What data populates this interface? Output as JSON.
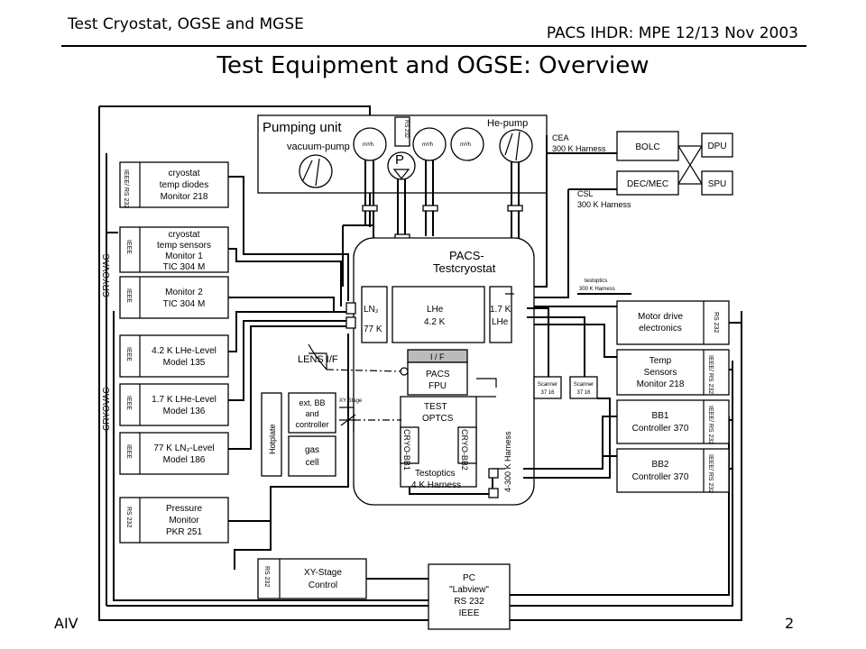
{
  "header": {
    "left": "Test Cryostat, OGSE and MGSE",
    "right": "PACS IHDR: MPE 12/13 Nov 2003",
    "title": "Test Equipment and OGSE: Overview"
  },
  "footer": {
    "left": "AIV",
    "page": "2"
  },
  "pumping": {
    "title": "Pumping unit",
    "vacuum": "vacuum-pump",
    "he": "He-pump",
    "rs": "RS 232",
    "mh": "m³/h",
    "p": "P"
  },
  "cryostat": {
    "title1": "PACS-",
    "title2": "Testcryostat",
    "ln2a": "LN₂",
    "ln2b": "77 K",
    "lhe_a": "LHe",
    "lhe_b": "4.2 K",
    "k17a": "1.7 K",
    "k17b": "LHe",
    "if": "I / F",
    "fpu_a": "PACS",
    "fpu_b": "FPU",
    "test_a": "TEST",
    "test_b": "OPTCS",
    "bb1": "CRYO-BB1",
    "bb2": "CRYO-BB2",
    "harness": "4-300 K Harness",
    "testoptics_a": "Testoptics",
    "testoptics_b": "4 K Harness"
  },
  "left_instruments": [
    {
      "iface": "IEEE/ RS 232",
      "l1": "cryostat",
      "l2": "temp diodes",
      "l3": "Monitor 218"
    },
    {
      "iface": "IEEE",
      "l1": "cryostat",
      "l2": "temp sensors",
      "l3": "Monitor 1",
      "l4": "TIC 304 M"
    },
    {
      "iface": "IEEE",
      "l1": "Monitor 2",
      "l2": "TIC 304 M"
    },
    {
      "iface": "IEEE",
      "l1": "4.2 K LHe-Level",
      "l2": "Model 135"
    },
    {
      "iface": "IEEE",
      "l1": "1.7 K LHe-Level",
      "l2": "Model 136"
    },
    {
      "iface": "IEEE",
      "l1": "77 K LN₂-Level",
      "l2": "Model 186"
    },
    {
      "iface": "RS 232",
      "l1": "Pressure",
      "l2": "Monitor",
      "l3": "PKR 251"
    }
  ],
  "cryovac": [
    "CRYOVAC",
    "CRYOVAC"
  ],
  "ogse": {
    "lens": "LENS I/F",
    "hotplate": "Hotplate",
    "extbb1": "ext. BB",
    "extbb2": "and",
    "extbb3": "controller",
    "xystage": "XY Stage",
    "gas1": "gas",
    "gas2": "cell"
  },
  "right_top": {
    "cea": "CEA",
    "cea_h": "300 K Harness",
    "csl": "CSL",
    "csl_h": "300 K Harness",
    "bolc": "BOLC",
    "decmec": "DEC/MEC",
    "dpu": "DPU",
    "spu": "SPU",
    "to_a": "testoptics",
    "to_b": "300 K Harness"
  },
  "right_instruments": [
    {
      "l1": "Motor drive",
      "l2": "electronics",
      "iface": "RS 232"
    },
    {
      "l1": "Temp",
      "l2": "Sensors",
      "l3": "Monitor 218",
      "iface": "IEEE/ RS 232"
    },
    {
      "l1": "BB1",
      "l2": "Controller 370",
      "iface": "IEEE/ RS 232"
    },
    {
      "l1": "BB2",
      "l2": "Controller 370",
      "iface": "IEEE/ RS 232"
    }
  ],
  "scanner": {
    "label": "Scanner",
    "model": "37 16"
  },
  "xy_control": {
    "iface": "RS 232",
    "l1": "XY-Stage",
    "l2": "Control"
  },
  "pc": {
    "l1": "PC",
    "l2": "\"Labview\"",
    "l3": "RS 232",
    "l4": "IEEE"
  }
}
